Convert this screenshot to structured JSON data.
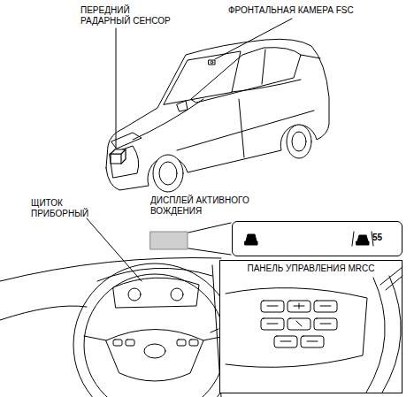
{
  "diagram": {
    "nodes": [
      {
        "text": [
          "55"
        ]
      },
      {
        "text": [
          "ПАНЕЛЬ УПРАВЛЕНИЯ MRCC"
        ]
      }
    ],
    "labels": [
      "ПЕРЕДНИЙ РАДАРНЫЙ СЕНСОР",
      "ФРОНТАЛЬНАЯ КАМЕРА FSC",
      "ДИСПЛЕЙ АКТИВНОГО ВОЖДЕНИЯ",
      "ЩИТОК ПРИБОРНЫЙ"
    ]
  }
}
